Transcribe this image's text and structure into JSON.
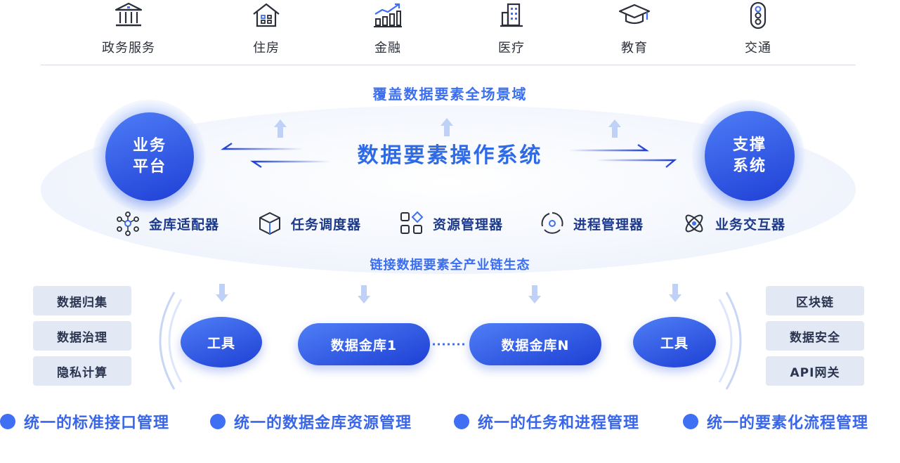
{
  "domains": [
    "政务服务",
    "住房",
    "金融",
    "医疗",
    "教育",
    "交通"
  ],
  "cover_title": "覆盖数据要素全场景域",
  "system_title": "数据要素操作系统",
  "left_circle": {
    "line1": "业务",
    "line2": "平台"
  },
  "right_circle": {
    "line1": "支撑",
    "line2": "系统"
  },
  "modules": [
    "金库适配器",
    "任务调度器",
    "资源管理器",
    "进程管理器",
    "业务交互器"
  ],
  "link_title": "链接数据要素全产业链生态",
  "left_boxes": [
    "数据归集",
    "数据治理",
    "隐私计算"
  ],
  "right_boxes": [
    "区块链",
    "数据安全",
    "API网关"
  ],
  "bottom_nodes": {
    "tool_left": "工具",
    "vault_1": "数据金库1",
    "vault_n": "数据金库N",
    "tool_right": "工具"
  },
  "bullets": [
    "统一的标准接口管理",
    "统一的数据金库资源管理",
    "统一的任务和进程管理",
    "统一的要素化流程管理"
  ],
  "colors": {
    "accent": "#3f6ff2",
    "deep_blue": "#1f3fd6",
    "box_bg": "#e3e8f5"
  }
}
